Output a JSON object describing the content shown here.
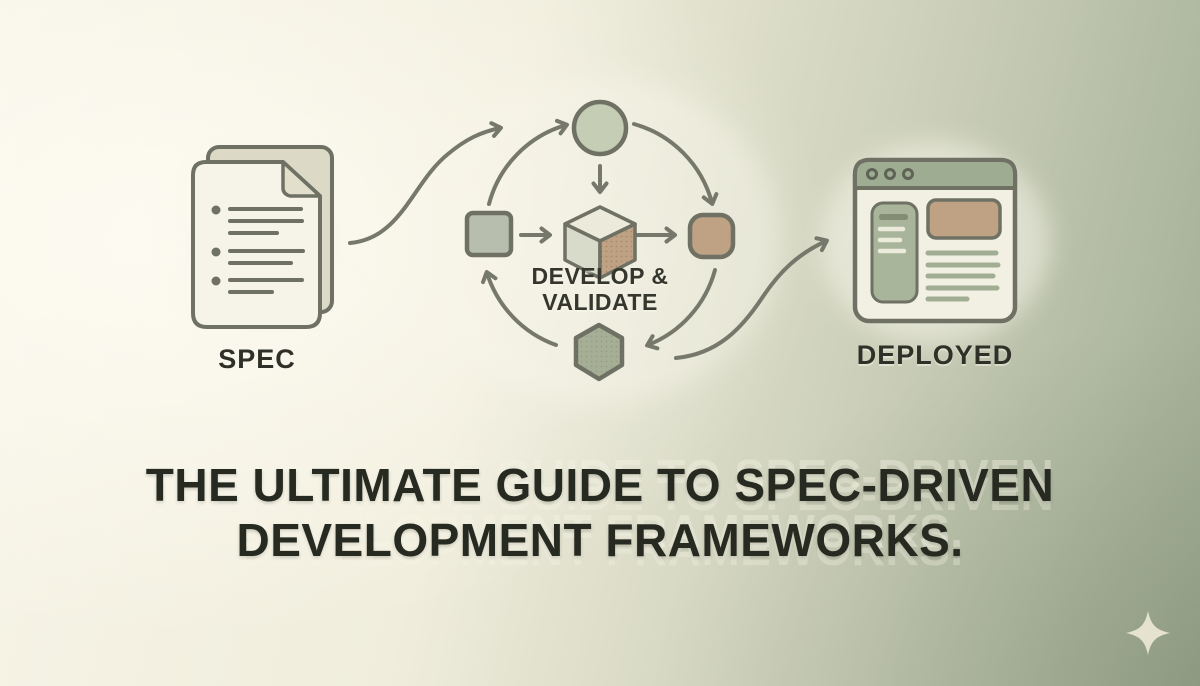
{
  "diagram": {
    "spec": {
      "label": "SPEC",
      "icon": "spec-document-icon"
    },
    "cycle": {
      "label_line1": "DEVELOP &",
      "label_line2": "VALIDATE",
      "nodes": [
        "circle-node",
        "square-node",
        "rounded-square-node",
        "hexagon-node",
        "cube-icon"
      ]
    },
    "deployed": {
      "label": "DEPLOYED",
      "icon": "browser-window-icon"
    },
    "decoration": {
      "icon": "sparkle-icon"
    }
  },
  "headline": {
    "line1": "THE ULTIMATE GUIDE TO SPEC-DRIVEN",
    "line2": "DEVELOPMENT FRAMEWORKS."
  },
  "colors": {
    "bg-cream": "#f7f5e8",
    "bg-sage": "#9fab93",
    "arrow": "#75786a",
    "outline": "#6e7163",
    "shape-sage": "#b7bead",
    "shape-circle": "#c6cdb5",
    "shape-hex": "#a6af96",
    "shape-tan": "#bfa183",
    "browser-header": "#9ead92",
    "icon-paper": "#f6f4e8",
    "sparkle": "#e9e6d2",
    "label-ink": "#2f3129",
    "headline-ink": "#272a21"
  }
}
